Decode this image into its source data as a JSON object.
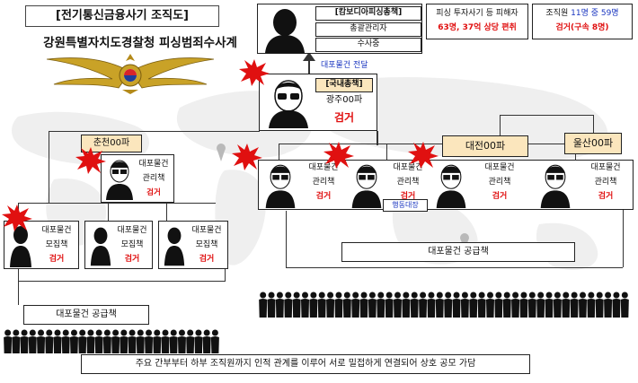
{
  "title": "[전기통신금융사기 조직도]",
  "subtitle": "강원특별자치도경찰청 피싱범죄수사계",
  "top": {
    "box_title": "[캄보디아피싱총책]",
    "roles": [
      "총괄관리자",
      "수사중"
    ],
    "info_line1_a": "피싱 투자사기 등 피해자",
    "info_line2": "63명, 37억 상당 편취",
    "stats_label": "조직원",
    "stats_count": "11명 중 59명",
    "stats_arrest": "검거(구속 8명)"
  },
  "delivery_note": "대포물건 전달",
  "domestic": {
    "title": "[국내총책]",
    "name": "광주00파",
    "status": "검거"
  },
  "left_group": {
    "name": "춘천00파",
    "role1": "대포물건",
    "role2": "관리책",
    "status": "검거"
  },
  "recruiters": [
    {
      "role1": "대포물건",
      "role2": "모집책",
      "status": "검거"
    },
    {
      "role1": "대포물건",
      "role2": "모집책",
      "status": "검거"
    },
    {
      "role1": "대포물건",
      "role2": "모집책",
      "status": "검거"
    }
  ],
  "right_groups": {
    "daejeon": "대전00파",
    "ulsan": "울산00파"
  },
  "managers": [
    {
      "role1": "대포물건",
      "role2": "관리책",
      "status": "검거"
    },
    {
      "role1": "대포물건",
      "role2": "관리책",
      "status": "검거",
      "note": "행동대장"
    },
    {
      "role1": "대포물건",
      "role2": "관리책",
      "status": "검거"
    },
    {
      "role1": "대포물건",
      "role2": "관리책",
      "status": "검거"
    }
  ],
  "supplier_right": "대포물건 공급책",
  "supplier_left": "대포물건 공급책",
  "footer": "주요 간부부터 하부 조직원까지 인적 관계를 이루어 서로 밀접하게 연결되어 상호 공모 가담",
  "colors": {
    "arrest": "#e01010",
    "blue": "#1a36c0",
    "label_bg": "#fbe6bd"
  }
}
